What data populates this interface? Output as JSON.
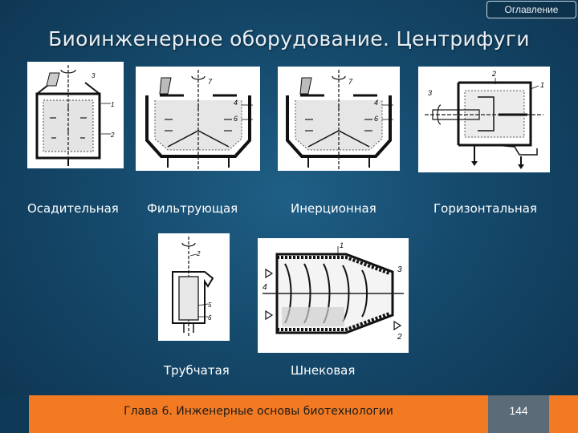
{
  "nav": {
    "toc_label": "Оглавление"
  },
  "title": "Биоинженерное оборудование. Центрифуги",
  "figures": {
    "sedimentation": {
      "caption": "Осадительная",
      "numbers": [
        "3",
        "1",
        "2"
      ]
    },
    "filtering": {
      "caption": "Фильтрующая",
      "numbers": [
        "7",
        "4",
        "6"
      ]
    },
    "inertial": {
      "caption": "Инерционная",
      "numbers": [
        "7",
        "4",
        "6"
      ]
    },
    "horizontal": {
      "caption": "Горизонтальная",
      "numbers": [
        "2",
        "1",
        "3"
      ]
    },
    "tubular": {
      "caption": "Трубчатая",
      "numbers": [
        "2",
        "5",
        "6"
      ]
    },
    "screw": {
      "caption": "Шнековая",
      "numbers": [
        "1",
        "3",
        "4",
        "2"
      ]
    }
  },
  "footer": {
    "chapter": "Глава 6. Инженерные основы биотехнологии",
    "page": "144"
  }
}
